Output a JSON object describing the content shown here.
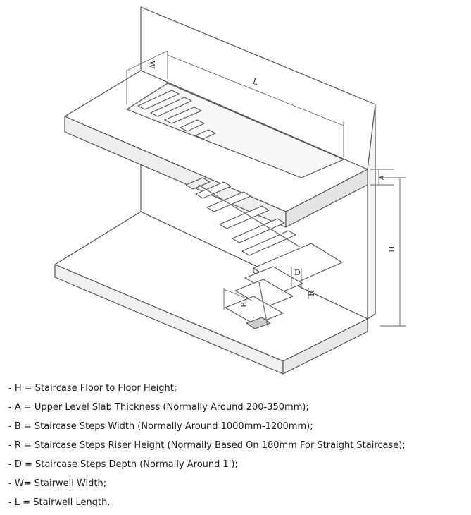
{
  "diagram": {
    "labels": {
      "W": "W",
      "L": "L",
      "A": "A",
      "H": "H",
      "D": "D",
      "B": "B",
      "R": "R"
    }
  },
  "legend": {
    "items": [
      "- H = Staircase Floor to Floor Height;",
      "- A = Upper Level Slab Thickness (Normally Around 200-350mm);",
      "- B = Staircase Steps Width (Normally Around 1000mm-1200mm);",
      "- R = Staircase Steps Riser Height (Normally Based On 180mm For Straight Staircase);",
      "- D = Staircase Steps Depth (Normally Around 1');",
      "- W= Stairwell Width;",
      "- L = Stairwell Length."
    ]
  }
}
